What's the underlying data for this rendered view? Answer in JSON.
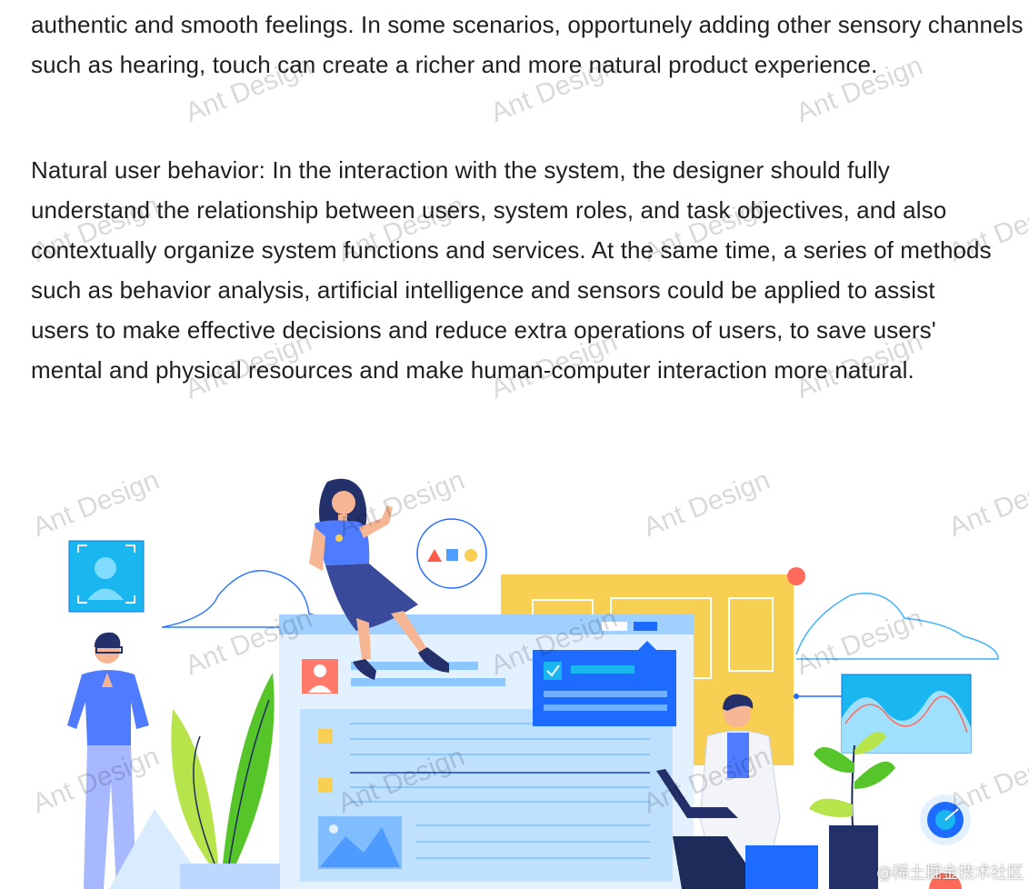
{
  "article": {
    "paragraph_1": "authentic and smooth feelings. In some scenarios, opportunely adding other sensory channels such as hearing, touch can create a richer and more natural product experience.",
    "paragraph_2": "Natural user behavior: In the interaction with the system, the designer should fully understand the relationship between users, system roles, and task objectives, and also contextually organize system functions and services. At the same time, a series of methods such as behavior analysis, artificial intelligence and sensors could be applied to assist users to make effective decisions and reduce extra operations of users, to save users' mental and physical resources and make human-computer interaction more natural."
  },
  "watermark": {
    "text": "Ant Design"
  },
  "corner_mark": {
    "text": "@稀土掘金技术社区"
  },
  "illustration": {
    "icon": "natural-interaction-illustration"
  }
}
